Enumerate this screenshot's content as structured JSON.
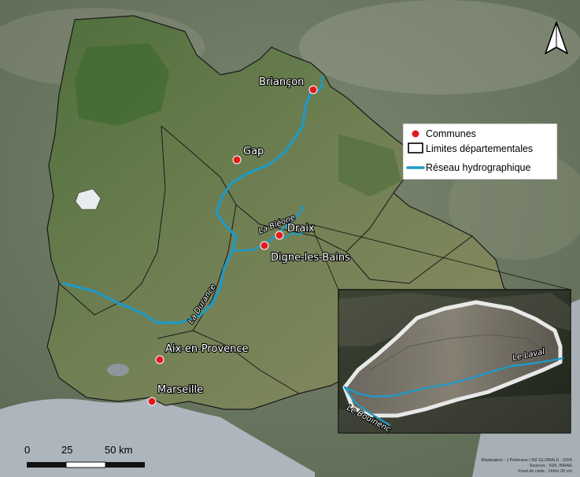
{
  "map": {
    "cities": [
      {
        "name": "Briançon"
      },
      {
        "name": "Gap"
      },
      {
        "name": "Draix"
      },
      {
        "name": "Digne-les-Bains"
      },
      {
        "name": "Aix-en-Provence"
      },
      {
        "name": "Marseille"
      }
    ],
    "rivers": {
      "durance": "La Durance",
      "bleone": "La Bléone",
      "laval": "Le Laval",
      "bouinenc": "Le Bouinenc"
    },
    "legend": {
      "communes": "Communes",
      "limites": "Limites départementales",
      "reseau": "Réseau hydrographique"
    },
    "scale": {
      "labels": [
        "0",
        "25",
        "50 km"
      ]
    },
    "credits": [
      "Réalisation : J.Pellerano | M2 GLOBALS : 2024",
      "Sources : IGN, INRAE",
      "Fond de carte : Ortho 20 cm"
    ],
    "colors": {
      "river": "#1e9ac7",
      "commune": "#e31a1c",
      "sea": "#aeb6bd"
    },
    "icons": {
      "north": "north-arrow-icon"
    }
  }
}
